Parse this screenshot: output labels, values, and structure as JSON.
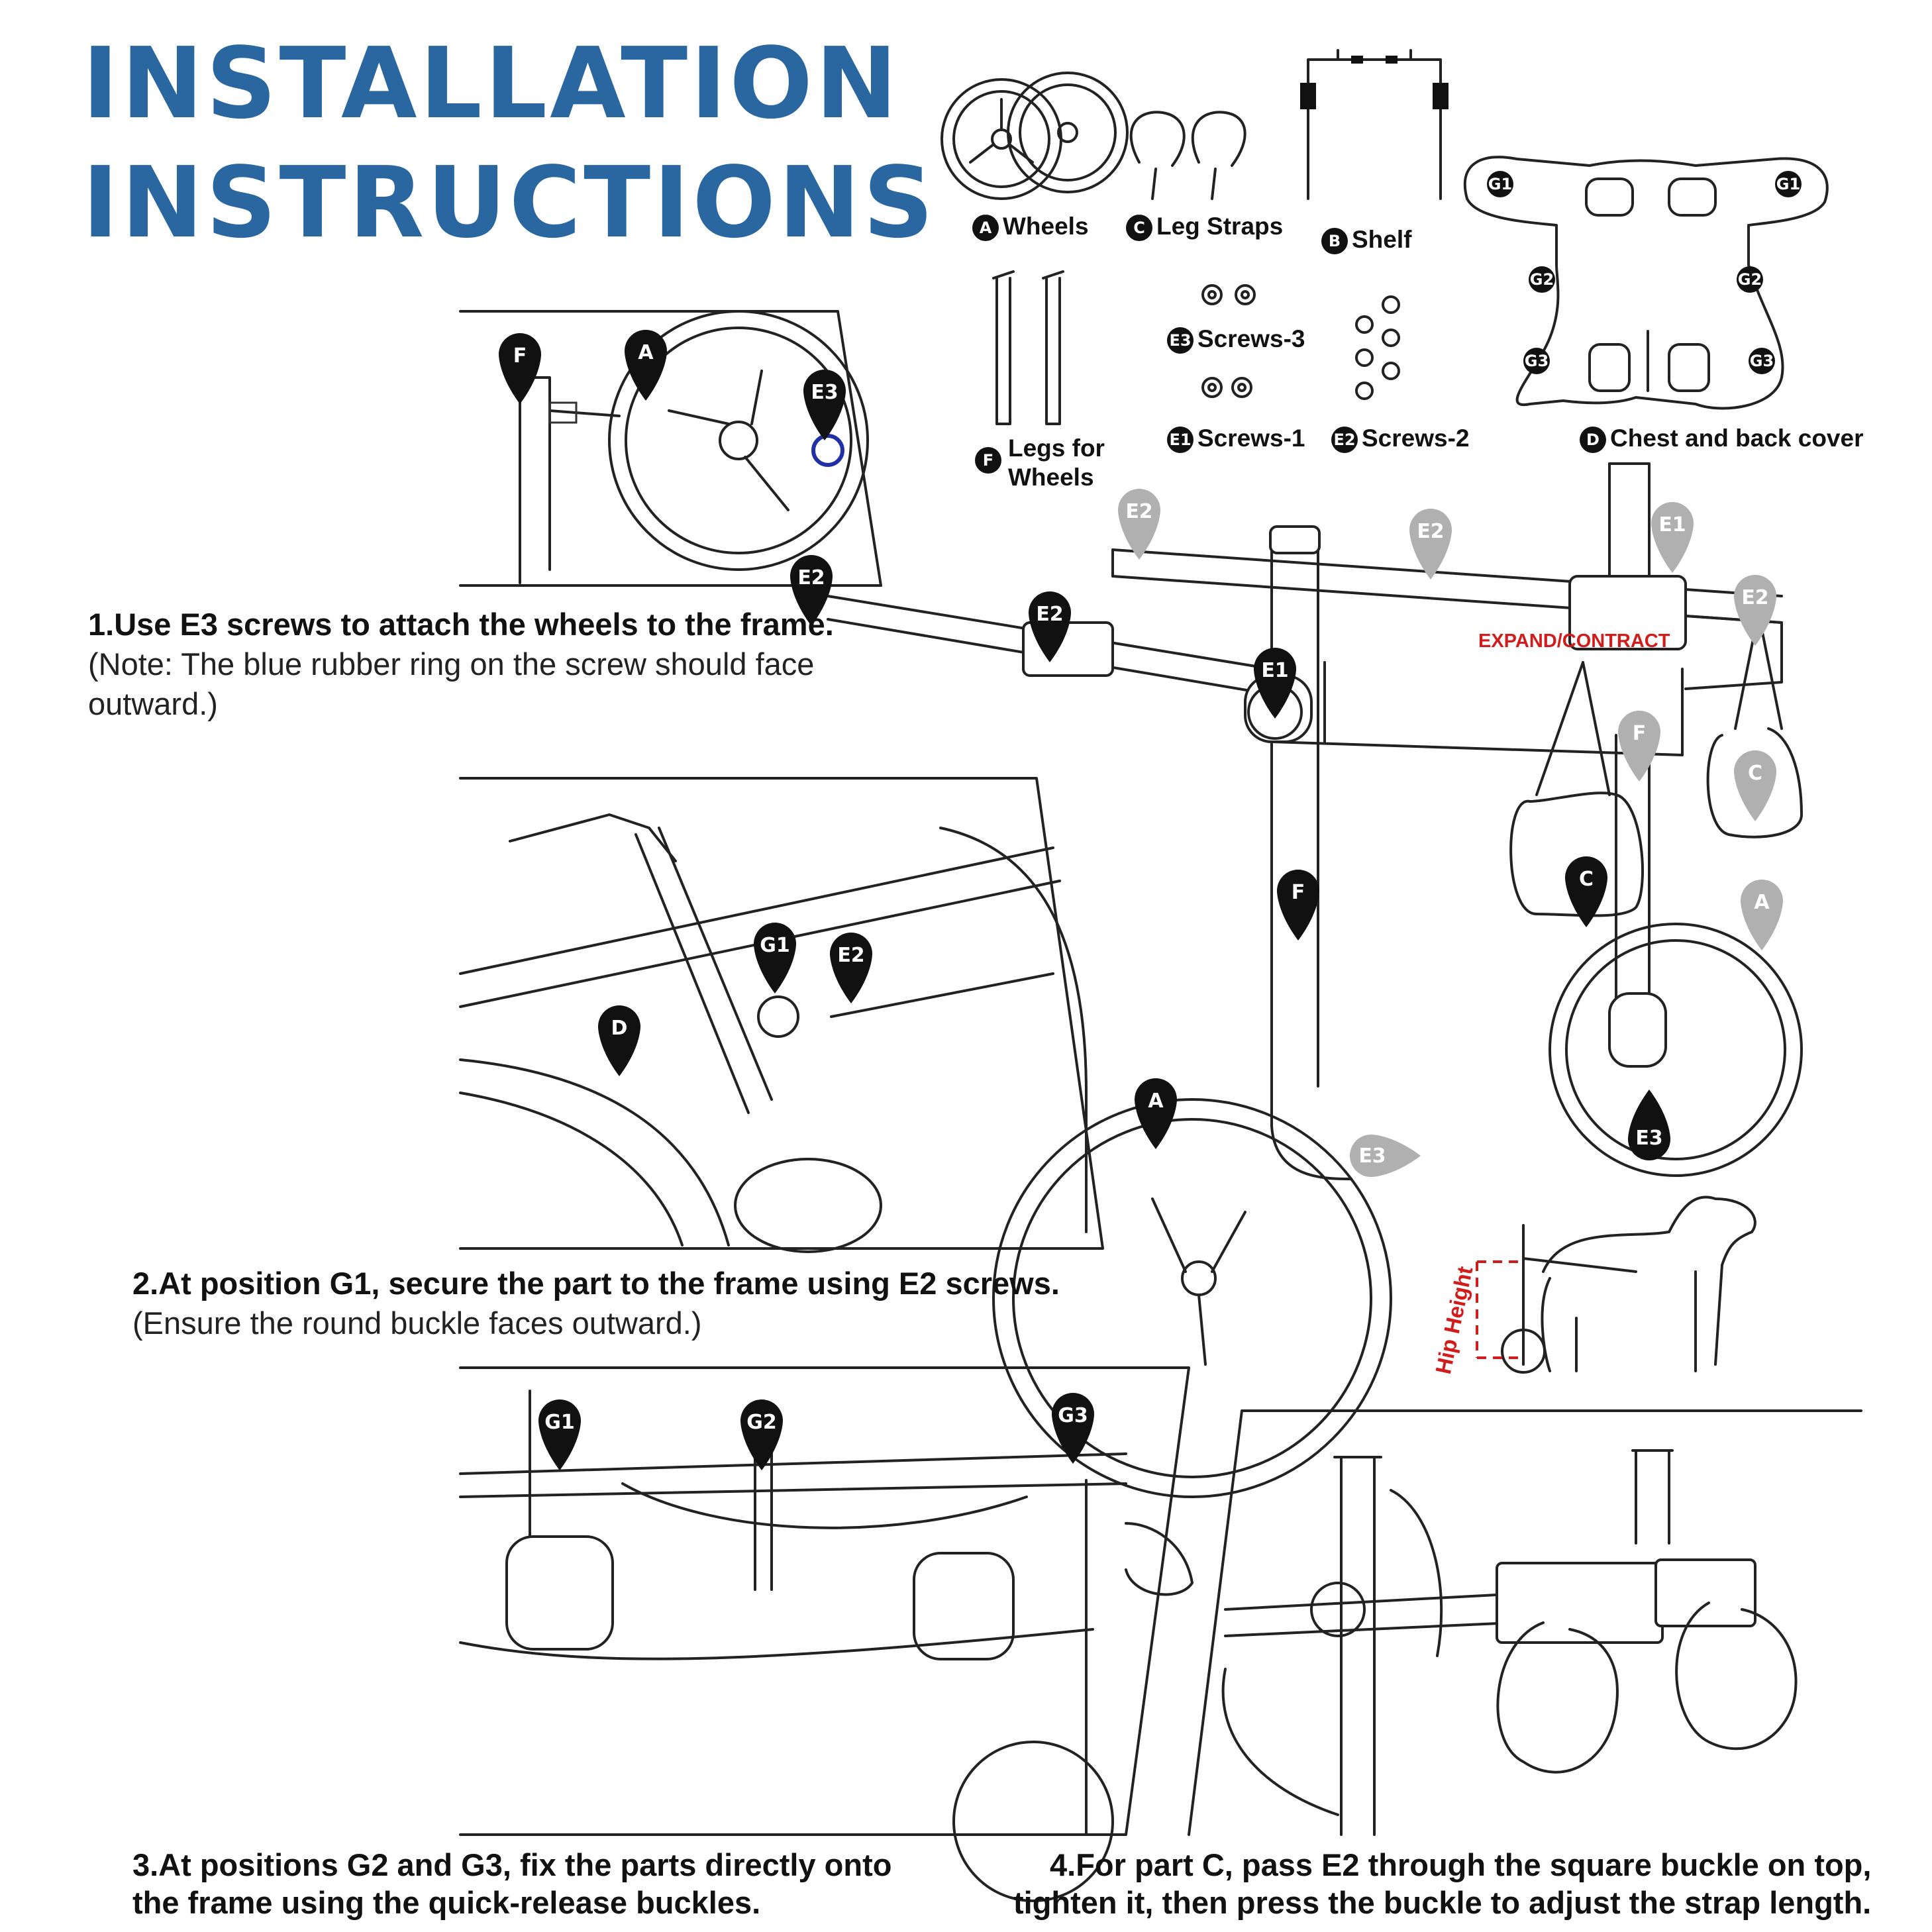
{
  "title": {
    "line1": "INSTALLATION",
    "line2": "INSTRUCTIONS"
  },
  "colors": {
    "title_blue": "#2a67a1",
    "accent_red": "#d21b1b",
    "callout_black": "#111111",
    "callout_gray": "#b0b0b0",
    "ring_blue": "#2230a8"
  },
  "parts": {
    "wheels": {
      "code": "A",
      "label": "Wheels"
    },
    "leg_straps": {
      "code": "C",
      "label": "Leg Straps"
    },
    "shelf": {
      "code": "B",
      "label": "Shelf"
    },
    "legs": {
      "code": "F",
      "label_line1": "Legs for",
      "label_line2": "Wheels"
    },
    "screws3": {
      "code": "E3",
      "label": "Screws-3"
    },
    "screws1": {
      "code": "E1",
      "label": "Screws-1"
    },
    "screws2": {
      "code": "E2",
      "label": "Screws-2"
    },
    "cover": {
      "code": "D",
      "label": "Chest and back cover",
      "sub_codes": [
        "G1",
        "G2",
        "G3"
      ]
    }
  },
  "steps": {
    "s1": {
      "main": "1.Use E3 screws to attach the wheels to the frame.",
      "note_line1": "(Note: The blue rubber ring on the screw should face",
      "note_line2": "outward.)"
    },
    "s2": {
      "main": "2.At position G1, secure the part to the frame using E2 screws.",
      "note": "(Ensure the round buckle faces outward.)"
    },
    "s3": {
      "line1": "3.At positions G2 and G3, fix the parts directly onto",
      "line2": "the frame using the quick-release buckles."
    },
    "s4": {
      "line1": "4.For part C, pass E2 through the square buckle on top,",
      "line2": "tighten it, then press the buckle to adjust the strap length."
    }
  },
  "diagram": {
    "expand_label": "EXPAND/CONTRACT",
    "hip_label": "Hip Height",
    "callouts": {
      "inset1": [
        "F",
        "A",
        "E3",
        "E2"
      ],
      "main": [
        "E2",
        "E1",
        "F",
        "C",
        "A",
        "E3"
      ],
      "main_gray": [
        "E2",
        "E2",
        "E1",
        "E2",
        "F",
        "C",
        "A",
        "E3"
      ],
      "inset2": [
        "G1",
        "E2",
        "D"
      ],
      "inset3": [
        "G1",
        "G2",
        "G3"
      ]
    }
  }
}
